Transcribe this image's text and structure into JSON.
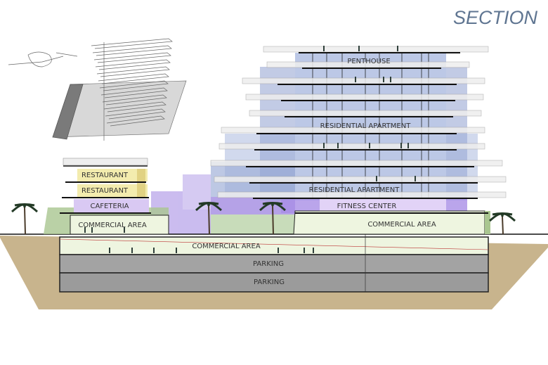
{
  "title": "SECTION",
  "labels": {
    "penthouse": "PENTHOUSE",
    "residential_upper": "RESIDENTIAL APARTMENT",
    "residential_lower": "RESIDENTIAL APARTMENT",
    "fitness": "FITNESS CENTER",
    "commercial_right": "COMMERCIAL AREA",
    "restaurant_1": "RESTAURANT",
    "restaurant_2": "RESTAURANT",
    "cafeteria": "CAFETERIA",
    "commercial_left": "COMMERCIAL AREA",
    "commercial_basement": "COMMERCIAL AREA",
    "parking_1": "PARKING",
    "parking_2": "PARKING"
  },
  "colors": {
    "soil": "#c8b48d",
    "tower_glass": "#b7c3e2",
    "tower_dark": "#7f93c2",
    "purple": "#d9c9f3",
    "yellow": "#f3ecae",
    "green": "#eaf3db",
    "green_dark": "#a9c690",
    "parking": "#9d9d9d"
  }
}
